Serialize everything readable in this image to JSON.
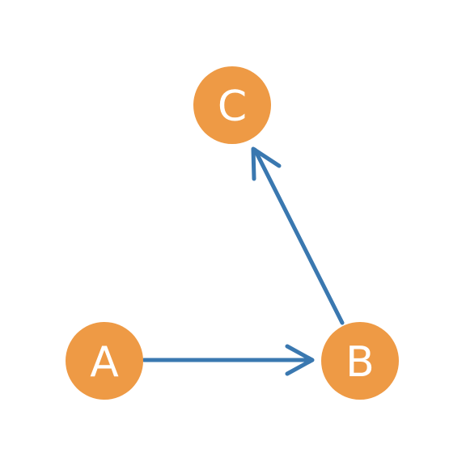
{
  "diagram": {
    "nodes": [
      {
        "id": "A",
        "label": "A"
      },
      {
        "id": "B",
        "label": "B"
      },
      {
        "id": "C",
        "label": "C"
      }
    ],
    "edges": [
      {
        "from": "A",
        "to": "B"
      },
      {
        "from": "B",
        "to": "C"
      }
    ],
    "colors": {
      "node_fill": "#EE9A45",
      "edge_stroke": "#3A78B0",
      "label": "#FFFFFF",
      "background": "#FFFFFF"
    }
  }
}
